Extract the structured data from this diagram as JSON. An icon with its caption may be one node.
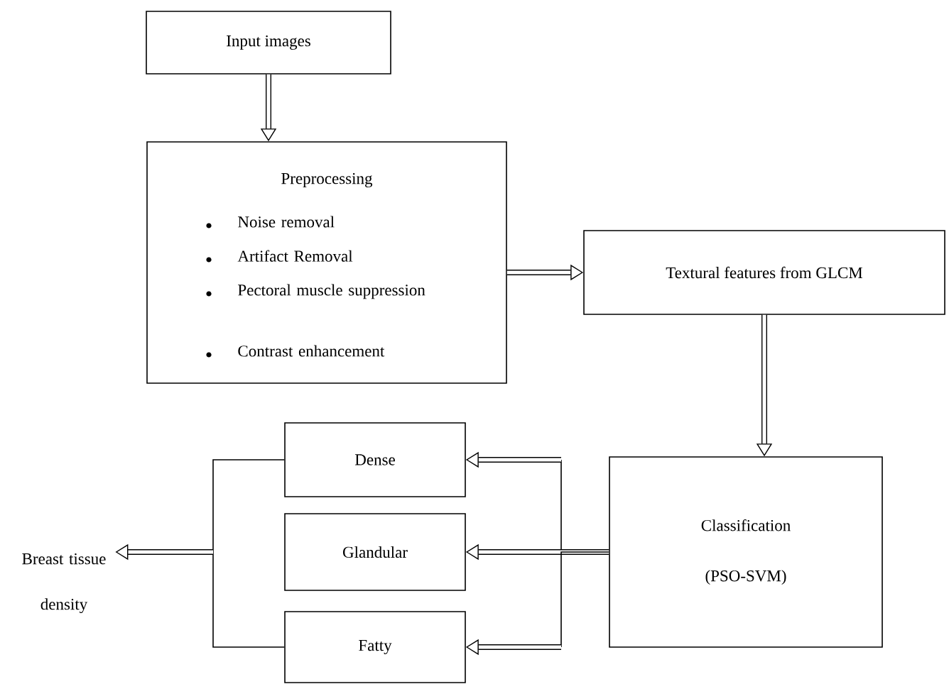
{
  "diagram": {
    "nodes": [
      {
        "text": [
          "Input images"
        ]
      },
      {
        "text": [
          "Preprocessing",
          "Noise removal",
          "Artifact Removal",
          "Pectoral muscle suppression",
          "Contrast enhancement"
        ]
      },
      {
        "text": [
          "Textural features from GLCM"
        ]
      },
      {
        "text": [
          "Classification",
          "(PSO-SVM)"
        ]
      },
      {
        "text": [
          "Dense"
        ]
      },
      {
        "text": [
          "Glandular"
        ]
      },
      {
        "text": [
          "Fatty"
        ]
      },
      {
        "text": [
          "Breast tissue density"
        ]
      }
    ],
    "edges": [
      {
        "from": 0,
        "to": 1,
        "arrow": "to",
        "style": "thick"
      },
      {
        "from": 1,
        "to": 2,
        "arrow": "to",
        "style": "thick"
      },
      {
        "from": 2,
        "to": 3,
        "arrow": "to",
        "style": "thick"
      },
      {
        "from": 3,
        "to": 4,
        "arrow": "to"
      },
      {
        "from": 3,
        "to": 5,
        "arrow": "to",
        "style": "thick"
      },
      {
        "from": 3,
        "to": 6,
        "arrow": "to"
      },
      {
        "from": 4,
        "to": 7,
        "arrow": "to"
      },
      {
        "from": 6,
        "to": 7,
        "arrow": "to"
      }
    ]
  }
}
